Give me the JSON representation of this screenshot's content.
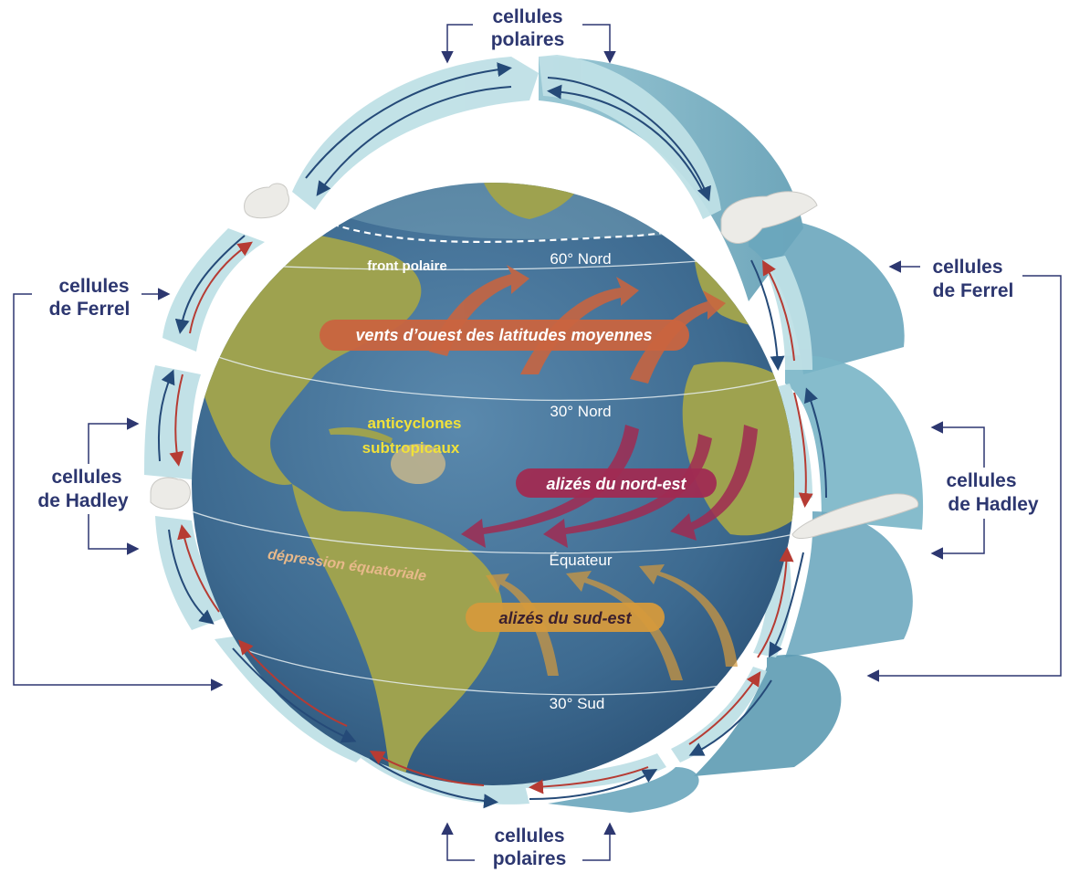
{
  "colors": {
    "label_navy": "#2d3770",
    "ocean": "#3f6f93",
    "land": "#9ea24f",
    "cell_band": "#bfe0e6",
    "arrow_red": "#b63b33",
    "arrow_blue": "#254a78",
    "westerlies_pill": "#c9643f",
    "ne_trades_pill": "#a02b52",
    "se_trades_pill": "#d59a3c",
    "yellow_text": "#f1e13a"
  },
  "labels": {
    "polar_top": {
      "line1": "cellules",
      "line2": "polaires"
    },
    "polar_bottom": {
      "line1": "cellules",
      "line2": "polaires"
    },
    "ferrel_left": {
      "line1": "cellules",
      "line2": "de Ferrel"
    },
    "ferrel_right": {
      "line1": "cellules",
      "line2": "de Ferrel"
    },
    "hadley_left": {
      "line1": "cellules",
      "line2": "de Hadley"
    },
    "hadley_right": {
      "line1": "cellules",
      "line2": "de Hadley"
    }
  },
  "latitudes": {
    "lat60n": "60° Nord",
    "lat30n": "30° Nord",
    "equator": "Équateur",
    "lat30s": "30° Sud"
  },
  "winds": {
    "westerlies": "vents d’ouest des latitudes moyennes",
    "ne_trades": "alizés du nord-est",
    "se_trades": "alizés du sud-est"
  },
  "features": {
    "polar_front": "front polaire",
    "subtropical_highs_line1": "anticyclones",
    "subtropical_highs_line2": "subtropicaux",
    "equatorial_low": "dépression équatoriale"
  }
}
